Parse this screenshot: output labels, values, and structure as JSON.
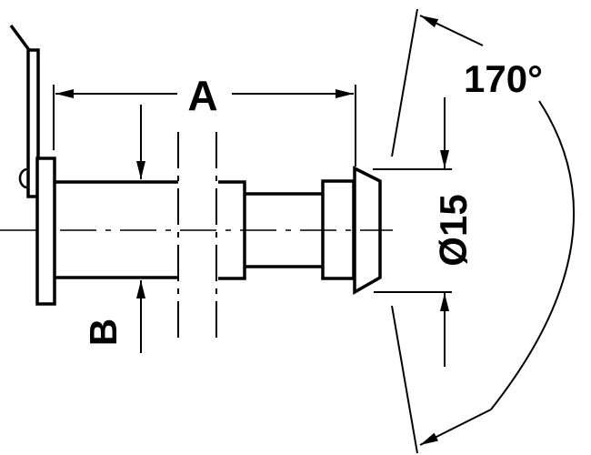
{
  "diagram": {
    "labels": {
      "dimension_a": "A",
      "dimension_b": "B",
      "diameter": "Ø15",
      "viewing_angle": "170°"
    },
    "colors": {
      "line": "#000000",
      "background": "#ffffff"
    }
  }
}
